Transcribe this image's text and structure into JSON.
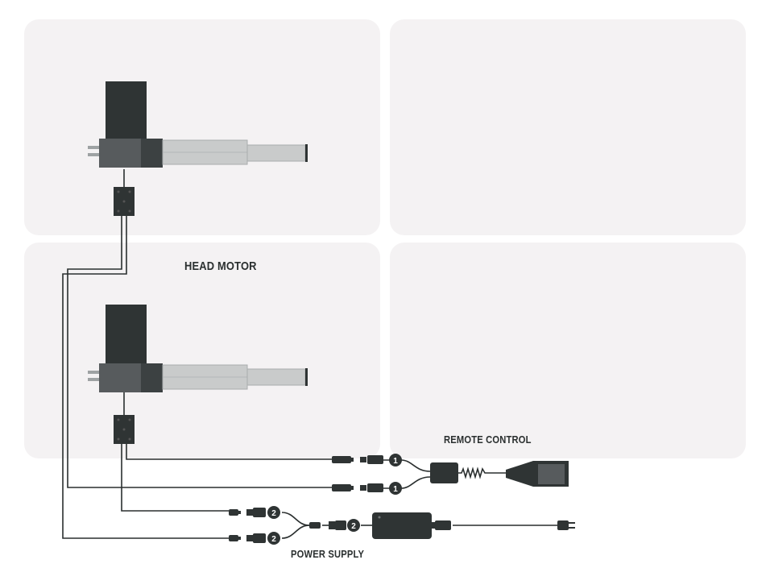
{
  "labels": {
    "head_motor": "HEAD MOTOR",
    "remote_control": "REMOTE CONTROL",
    "power_supply": "POWER SUPPLY"
  },
  "connectors": {
    "remote_number": "1",
    "power_number": "2"
  },
  "colors": {
    "panel": "#f4f2f3",
    "motor_dark": "#2f3434",
    "motor_gear": "#575b5d",
    "rod": "#c9cbcb",
    "cable": "#2a2f2f"
  }
}
